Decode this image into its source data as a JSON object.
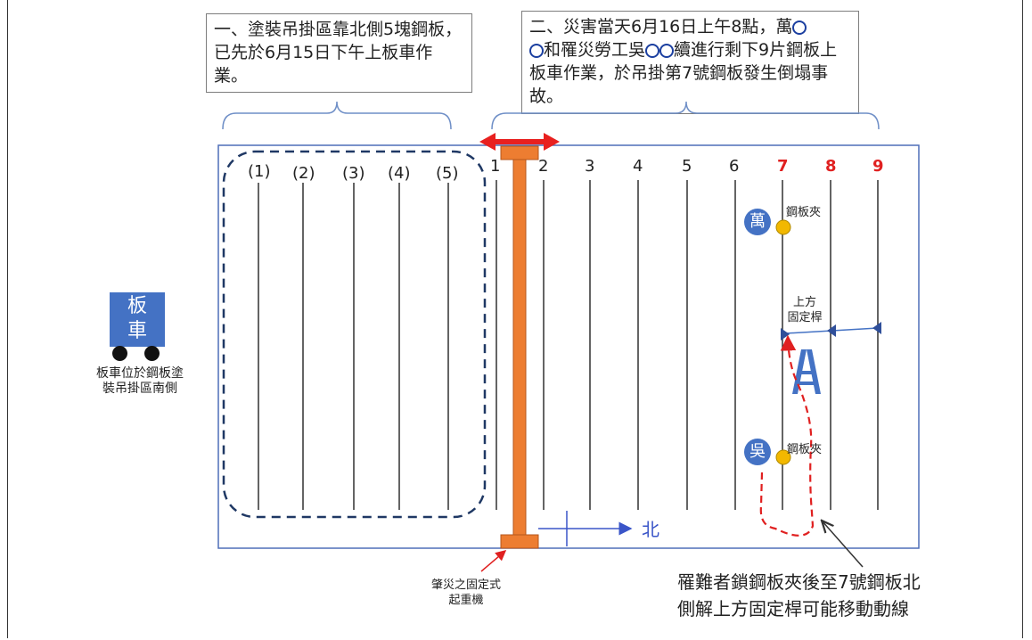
{
  "callout_1": {
    "text": "一、塗裝吊掛區靠北側5塊鋼板，已先於6月15日下午上板車作業。"
  },
  "callout_2": {
    "part1": "二、災害當天6月16日上午8點，萬",
    "part2": "和罹災勞工吳",
    "part3": "續進行剩下9片鋼板上板車作業，於吊掛第7號鋼板發生倒塌事故。"
  },
  "plates_done": [
    "(1)",
    "(2)",
    "(3)",
    "(4)",
    "(5)"
  ],
  "plates_remaining": [
    "1",
    "2",
    "3",
    "4",
    "5",
    "6",
    "7",
    "8",
    "9"
  ],
  "red_plates": [
    "7",
    "8",
    "9"
  ],
  "truck": {
    "line1": "板",
    "line2": "車",
    "caption_1": "板車位於鋼板塗",
    "caption_2": "裝吊掛區南側"
  },
  "persons": {
    "wan": "萬",
    "wu": "吳"
  },
  "clamp_label": "鋼板夾",
  "fixed_bar_label_1": "上方",
  "fixed_bar_label_2": "固定桿",
  "north_label": "北",
  "crane_label_1": "肇災之固定式",
  "crane_label_2": "起重機",
  "route_note_1": "罹難者鎖鋼板夾後至7號鋼板北",
  "route_note_2": "側解上方固定桿可能移動動線",
  "colors": {
    "blue": "#4472c4",
    "crane": "#ed7d31",
    "red": "#e02020",
    "dash": "#1f3864",
    "clamp": "#f2b800"
  }
}
